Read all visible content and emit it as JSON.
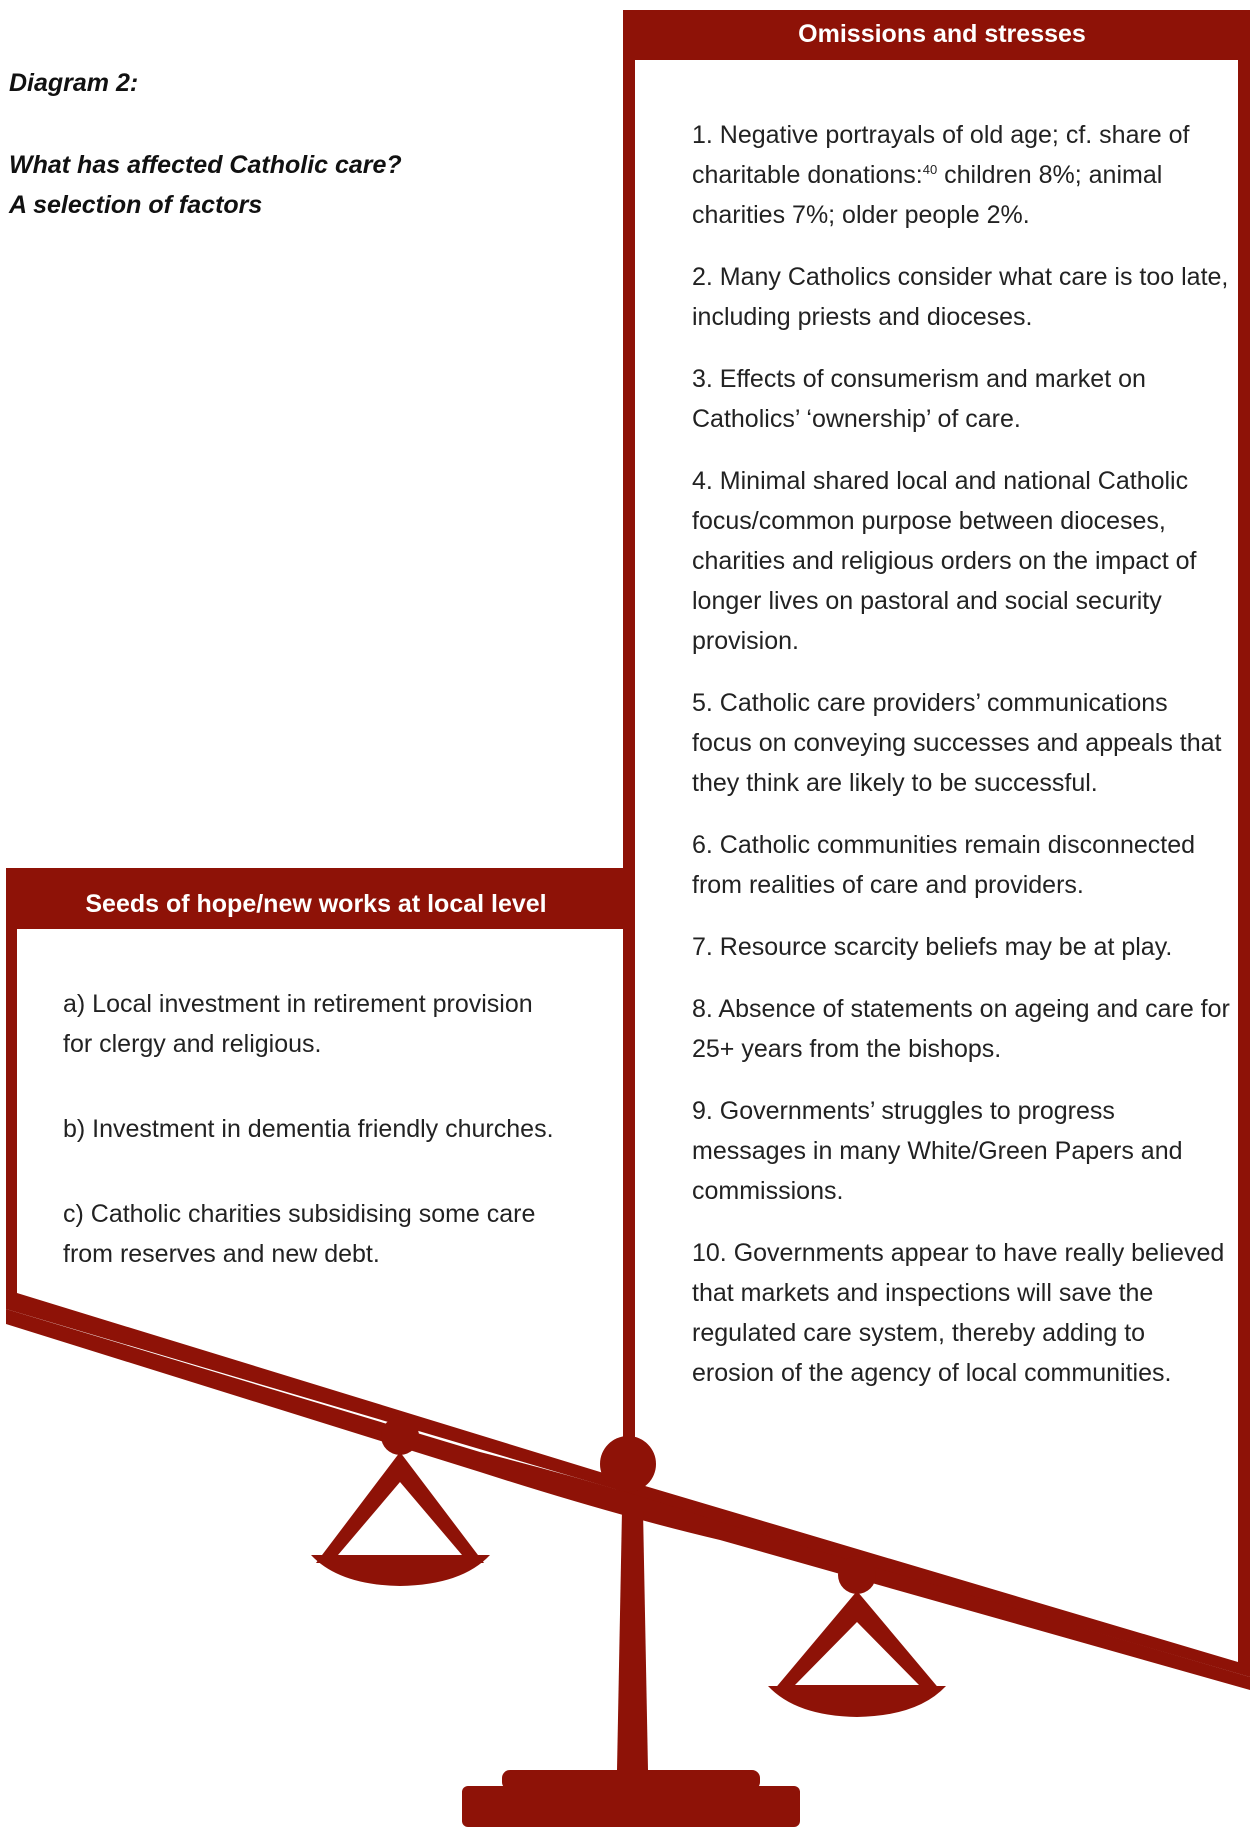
{
  "intro": {
    "label": "Diagram 2:",
    "question_line1": "What has affected Catholic care?",
    "question_line2": "A selection of factors"
  },
  "right_panel": {
    "title": "Omissions and stresses",
    "items": [
      {
        "text": "1. Negative portrayals of old age; cf. share of charitable donations:",
        "sup": "40",
        "text_after": " children 8%; animal charities 7%; older people 2%."
      },
      {
        "text": "2. Many Catholics consider what care is too late, including priests and dioceses."
      },
      {
        "text": "3. Effects of consumerism and market on Catholics’ ‘ownership’ of care."
      },
      {
        "text": "4. Minimal shared local and national Catholic focus/common purpose between dioceses, charities and religious orders on the impact of longer lives on pastoral and social security provision."
      },
      {
        "text": "5. Catholic care providers’ communications focus on conveying successes and appeals that they think are likely to be successful."
      },
      {
        "text": "6. Catholic communities remain disconnected from realities of care and providers."
      },
      {
        "text": "7. Resource scarcity beliefs may be at play."
      },
      {
        "text": "8. Absence of statements on ageing and care for 25+ years from the bishops."
      },
      {
        "text": "9. Governments’ struggles to progress messages in many White/Green Papers and commissions."
      },
      {
        "text": "10. Governments appear to have really believed that markets and inspections will save the regulated care system, thereby adding to erosion of the agency of local communities."
      }
    ]
  },
  "left_panel": {
    "title": "Seeds of hope/new works at local level",
    "items": [
      {
        "text": "a) Local investment in retirement provision for clergy and religious."
      },
      {
        "text": "b) Investment in dementia friendly churches."
      },
      {
        "text": "c) Catholic charities subsidising some care from reserves and new debt."
      }
    ]
  },
  "colors": {
    "accent": "#8e1207",
    "background": "#ffffff",
    "text": "#222222"
  }
}
